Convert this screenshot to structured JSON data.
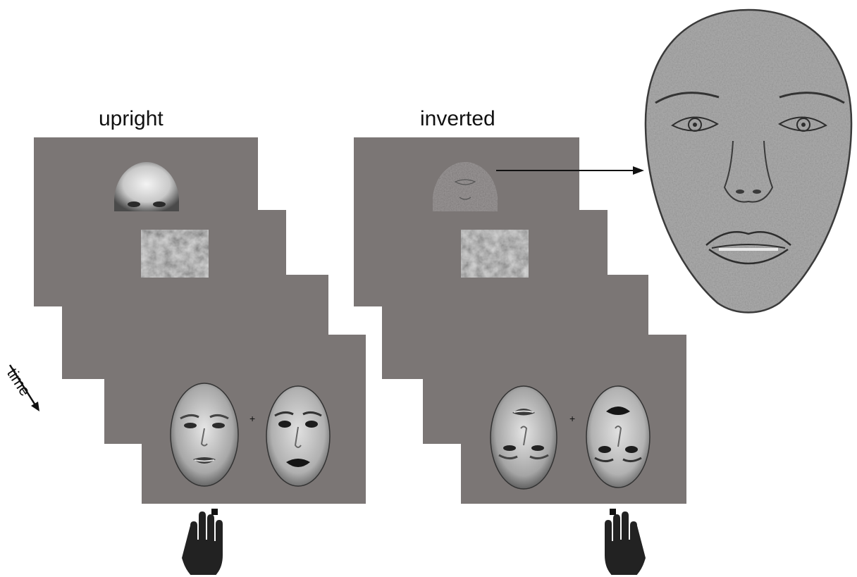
{
  "conditions": {
    "upright": {
      "label": "upright"
    },
    "inverted": {
      "label": "inverted"
    }
  },
  "time_label": "time",
  "fixation": "+",
  "icons": [
    "hand-response-icon",
    "arrow-icon",
    "time-arrow-icon"
  ],
  "colors": {
    "panel": "#7b7675",
    "background": "#ffffff",
    "ink": "#111111"
  }
}
